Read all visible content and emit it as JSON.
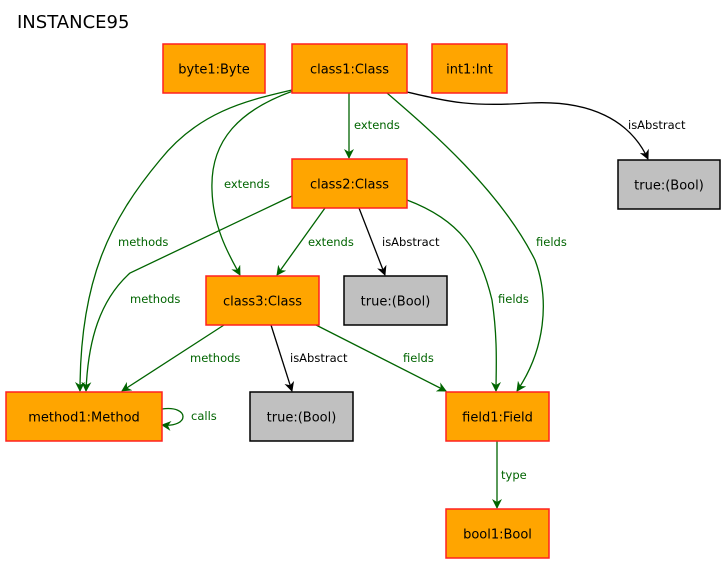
{
  "title": "INSTANCE95",
  "colors": {
    "object_fill": "#ffa500",
    "object_stroke": "#ff2020",
    "value_fill": "#c0c0c0",
    "value_stroke": "#000000",
    "relation_edge": "#006400",
    "attribute_edge": "#000000"
  },
  "nodes": [
    {
      "id": "byte1",
      "label": "byte1:Byte",
      "kind": "object"
    },
    {
      "id": "class1",
      "label": "class1:Class",
      "kind": "object"
    },
    {
      "id": "int1",
      "label": "int1:Int",
      "kind": "object"
    },
    {
      "id": "true1",
      "label": "true:(Bool)",
      "kind": "value"
    },
    {
      "id": "class2",
      "label": "class2:Class",
      "kind": "object"
    },
    {
      "id": "class3",
      "label": "class3:Class",
      "kind": "object"
    },
    {
      "id": "true2",
      "label": "true:(Bool)",
      "kind": "value"
    },
    {
      "id": "method1",
      "label": "method1:Method",
      "kind": "object"
    },
    {
      "id": "true3",
      "label": "true:(Bool)",
      "kind": "value"
    },
    {
      "id": "field1",
      "label": "field1:Field",
      "kind": "object"
    },
    {
      "id": "bool1",
      "label": "bool1:Bool",
      "kind": "object"
    }
  ],
  "edges": [
    {
      "from": "class1",
      "to": "class2",
      "label": "extends",
      "kind": "relation"
    },
    {
      "from": "class1",
      "to": "class3",
      "label": "extends",
      "kind": "relation"
    },
    {
      "from": "class1",
      "to": "true1",
      "label": "isAbstract",
      "kind": "attribute"
    },
    {
      "from": "class1",
      "to": "method1",
      "label": "methods",
      "kind": "relation"
    },
    {
      "from": "class1",
      "to": "field1",
      "label": "fields",
      "kind": "relation"
    },
    {
      "from": "class2",
      "to": "class3",
      "label": "extends",
      "kind": "relation"
    },
    {
      "from": "class2",
      "to": "true2",
      "label": "isAbstract",
      "kind": "attribute"
    },
    {
      "from": "class2",
      "to": "method1",
      "label": "methods",
      "kind": "relation"
    },
    {
      "from": "class2",
      "to": "field1",
      "label": "fields",
      "kind": "relation"
    },
    {
      "from": "class3",
      "to": "method1",
      "label": "methods",
      "kind": "relation"
    },
    {
      "from": "class3",
      "to": "true3",
      "label": "isAbstract",
      "kind": "attribute"
    },
    {
      "from": "class3",
      "to": "field1",
      "label": "fields",
      "kind": "relation"
    },
    {
      "from": "method1",
      "to": "method1",
      "label": "calls",
      "kind": "relation"
    },
    {
      "from": "field1",
      "to": "bool1",
      "label": "type",
      "kind": "relation"
    }
  ]
}
